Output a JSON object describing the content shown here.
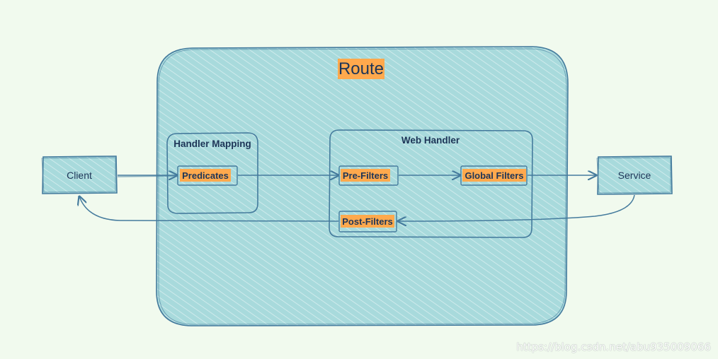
{
  "colors": {
    "background": "#f1faee",
    "container_fill": "#a8dadc",
    "stroke": "#457b9d",
    "text": "#1d3557",
    "highlight": "#ffa94d"
  },
  "route": {
    "label": "Route"
  },
  "handler_mapping": {
    "label": "Handler Mapping",
    "predicates": "Predicates"
  },
  "web_handler": {
    "label": "Web Handler",
    "pre_filters": "Pre-Filters",
    "global_filters": "Global Filters",
    "post_filters": "Post-Filters"
  },
  "client": {
    "label": "Client"
  },
  "service": {
    "label": "Service"
  },
  "watermark": "https://blog.csdn.net/abu935009066"
}
